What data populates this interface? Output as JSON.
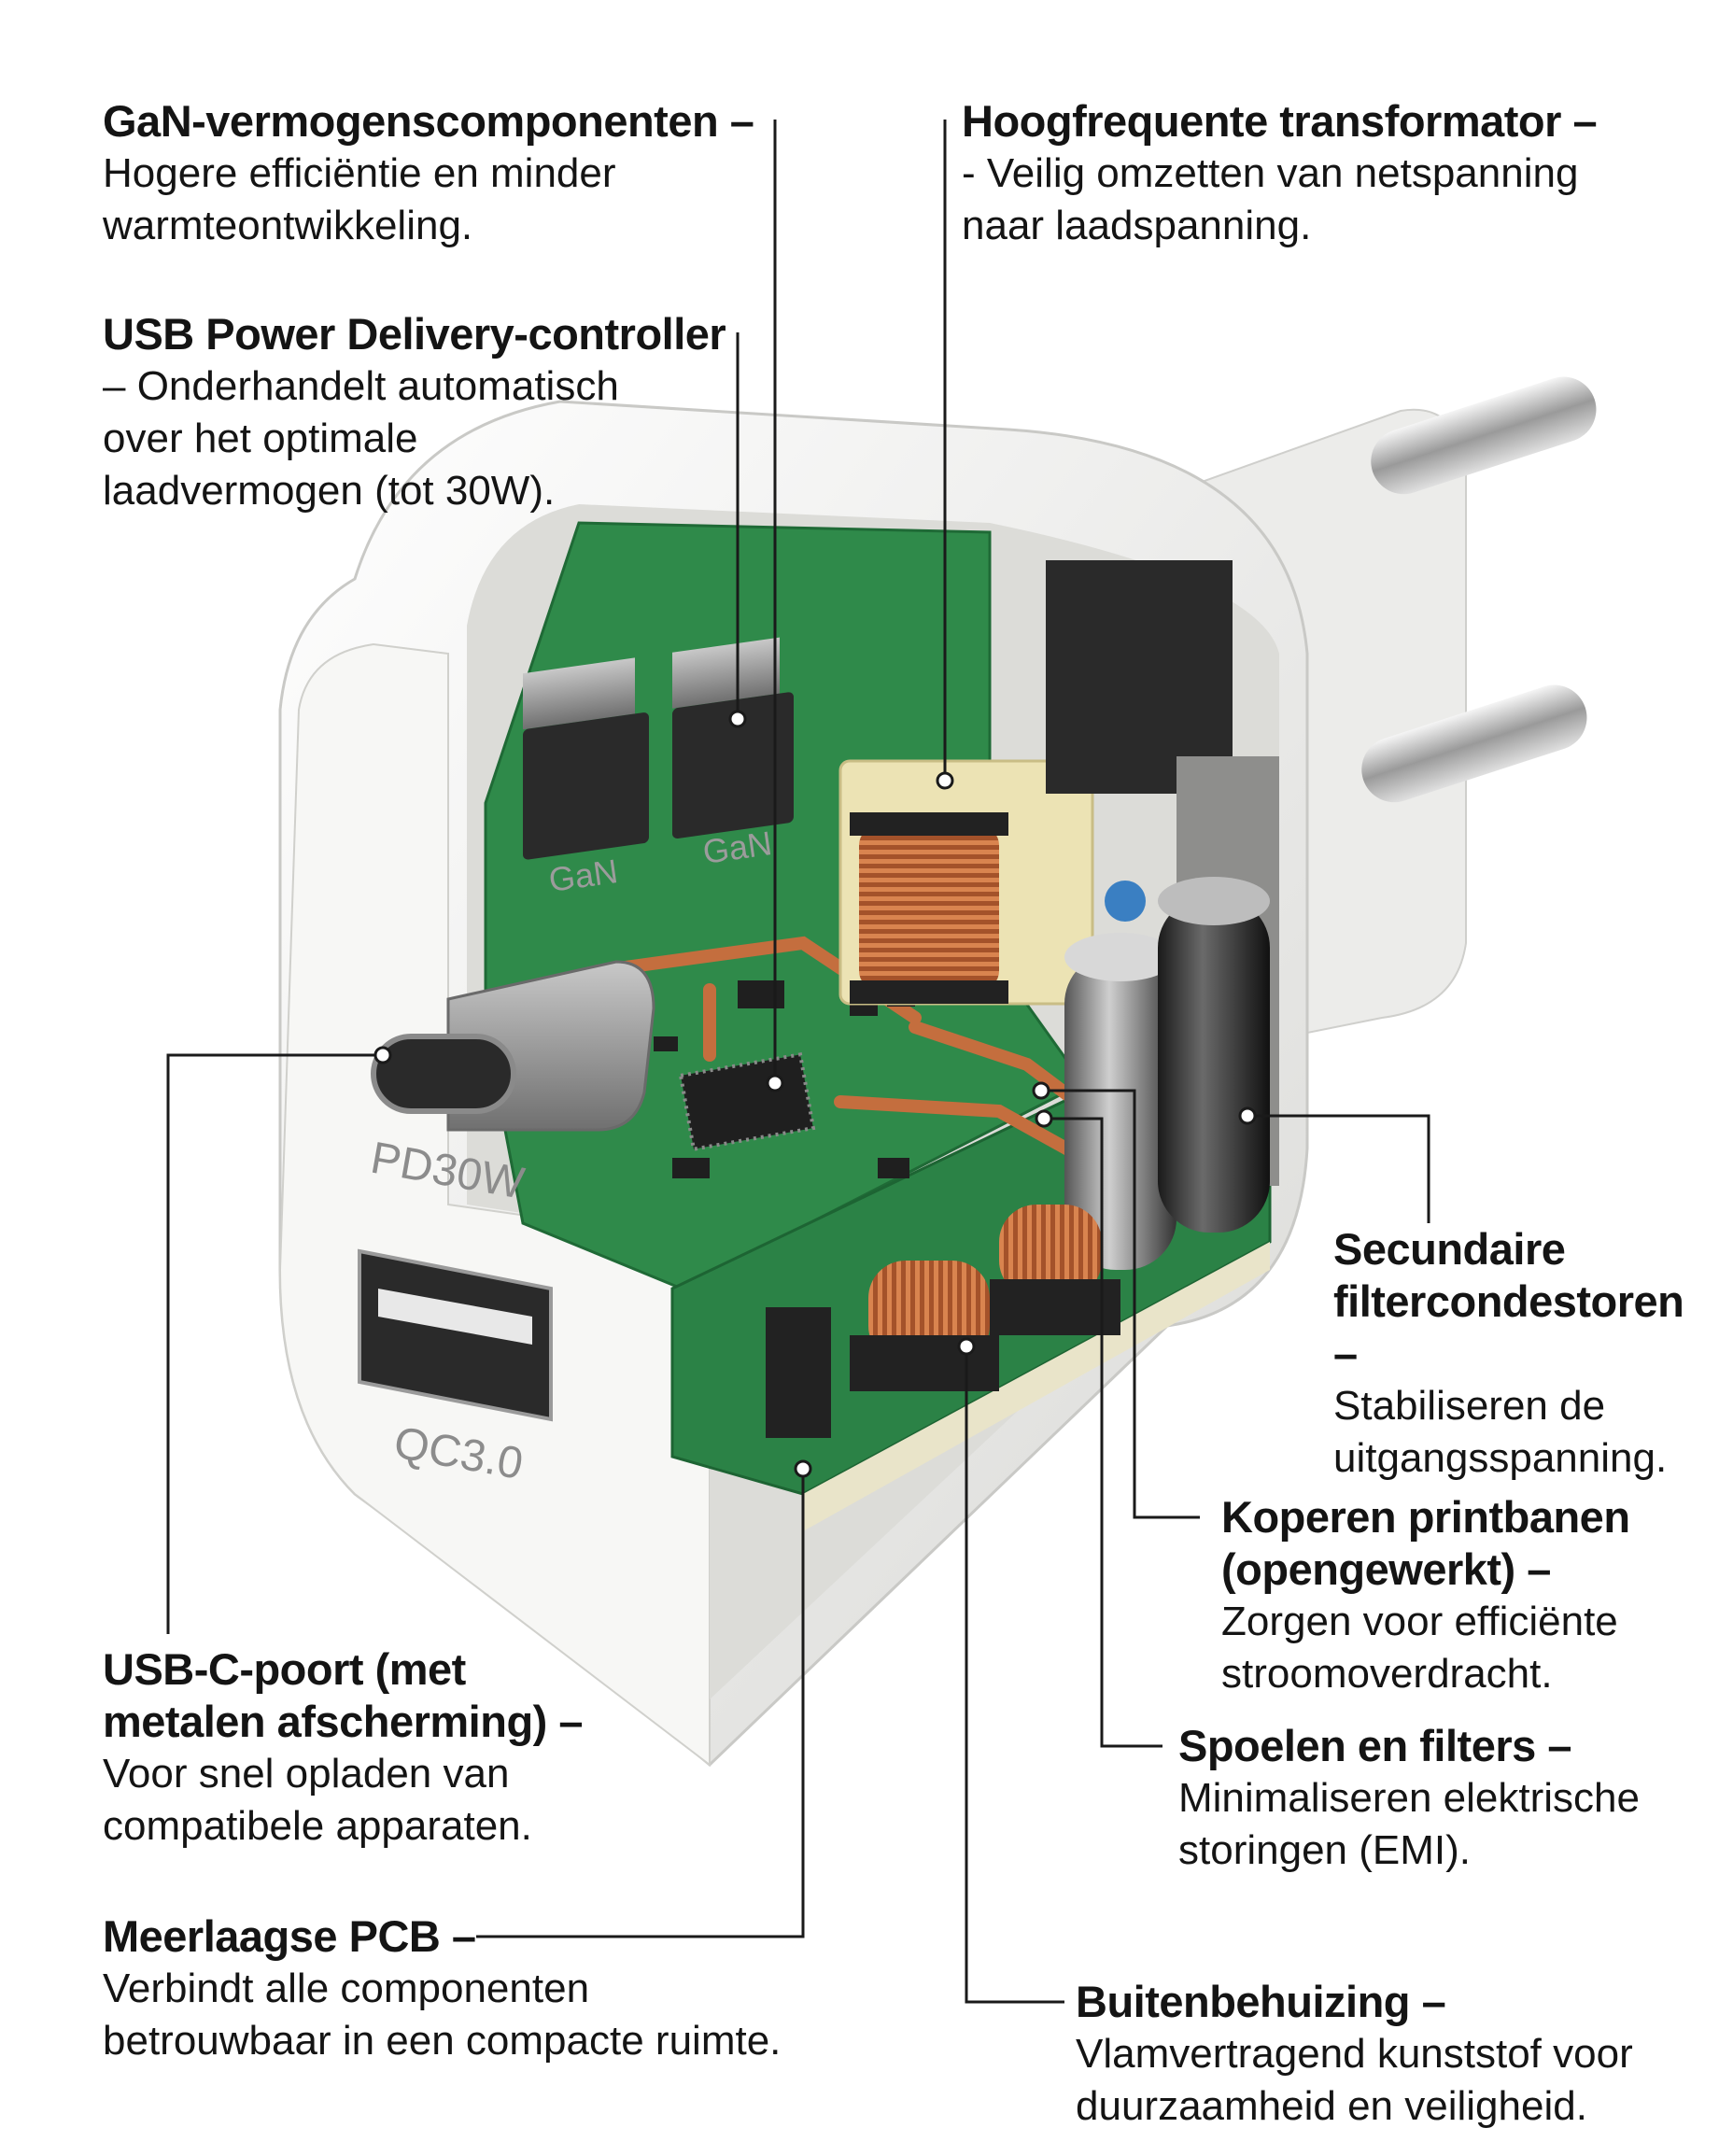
{
  "charger": {
    "port_c_label": "PD30W",
    "port_a_label": "QC3.0",
    "chip_label": "GaN"
  },
  "callouts": [
    {
      "id": "gan",
      "title": "GaN-vermogenscomponenten",
      "dash": "–",
      "body": "Hogere efficiëntie en minder warmteontwikkeling."
    },
    {
      "id": "transformer",
      "title": "Hoogfrequente transformator",
      "dash": "–",
      "body": "- Veilig omzetten van netspanning naar laadspanning."
    },
    {
      "id": "pd-controller",
      "title": "USB Power Delivery-controller",
      "dash": "",
      "body": "– Onderhandelt automatisch over het optimale laadvermogen (tot 30W)."
    },
    {
      "id": "capacitors",
      "title": "Secundaire filtercondestoren",
      "dash": "–",
      "body": "Stabiliseren de uitgangsspanning."
    },
    {
      "id": "traces",
      "title": "Koperen printbanen (opengewerkt)",
      "dash": "–",
      "body": "Zorgen voor efficiënte stroomoverdracht."
    },
    {
      "id": "usb-c",
      "title": "USB-C-poort (met metalen afscherming)",
      "dash": "–",
      "body": "Voor snel opladen van compatibele apparaten."
    },
    {
      "id": "coils",
      "title": "Spoelen en filters",
      "dash": "–",
      "body": "Minimaliseren elektrische storingen (EMI)."
    },
    {
      "id": "pcb",
      "title": "Meerlaagse PCB",
      "dash": "–",
      "body": "Verbindt alle componenten betrouwbaar in een compacte ruimte."
    },
    {
      "id": "housing",
      "title": "Buitenbehuizing",
      "dash": "–",
      "body": "Vlamvertragend kunststof voor duurzaamheid en veiligheid."
    }
  ],
  "colors": {
    "housing": "#f2f2f0",
    "pcb": "#2f8a4a",
    "copper": "#c26a3a",
    "chip": "#2a2a2a",
    "transformer": "#ece3b4",
    "leader": "#1a1a1a"
  }
}
